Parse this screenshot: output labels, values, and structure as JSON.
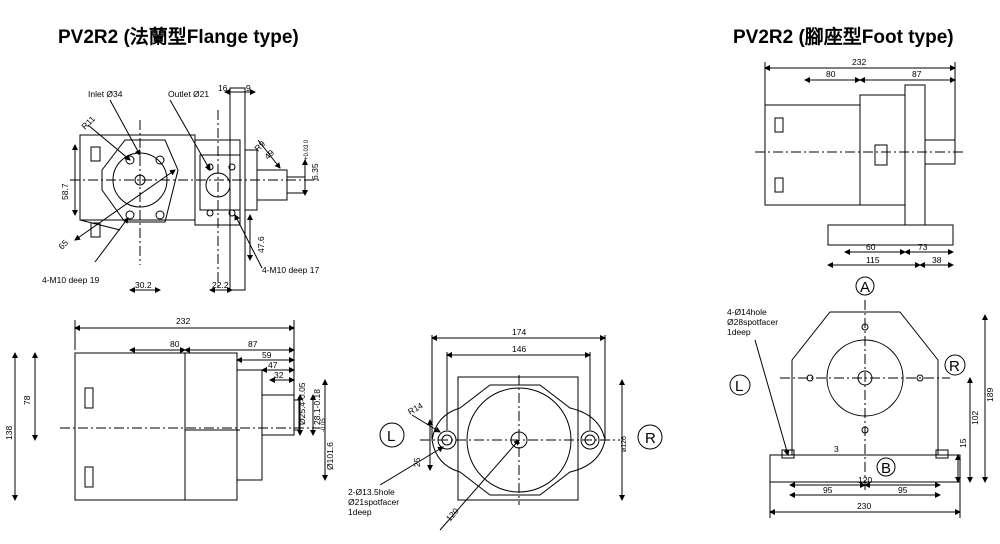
{
  "titles": {
    "flange": "PV2R2 (法蘭型Flange type)",
    "foot": "PV2R2  (腳座型Foot type)"
  },
  "flange_top": {
    "inlet": "Inlet  Ø34",
    "outlet": "Outlet Ø21",
    "d16": "16",
    "d9": "9",
    "r11": "R11",
    "r9": "R9",
    "d49": "49",
    "d58_7": "58.7",
    "d65": "65",
    "d6_35": "6.35",
    "tol_635": "+0.03 0",
    "d47_6": "47.6",
    "m10_19": "4-M10 deep 19",
    "m10_17": "4-M10 deep 17",
    "d30_2": "30.2",
    "d22_2": "22.2"
  },
  "flange_side": {
    "d232": "232",
    "d80": "80",
    "d87": "87",
    "d59": "59",
    "d47": "47",
    "d32": "32",
    "d78": "78",
    "d138": "138",
    "d25_4": "Ø25.4-0.05",
    "d28_1": "28.1-0.18",
    "d101_6": "Ø101.6",
    "tol_1016": "-0.05"
  },
  "flange_front": {
    "d174": "174",
    "d146": "146",
    "r14": "R14",
    "d25": "25",
    "d126": "ø126",
    "d120": "120",
    "L": "L",
    "R": "R",
    "hole1": "2-Ø13.5hole",
    "hole2": "Ø21spotfacer",
    "hole3": "1deep"
  },
  "foot_top": {
    "d232": "232",
    "d80": "80",
    "d87": "87",
    "d60": "60",
    "d73": "73",
    "d115": "115",
    "d38": "38"
  },
  "foot_front": {
    "A": "A",
    "B": "B",
    "L": "L",
    "R": "R",
    "hole1": "4-Ø14hole",
    "hole2": "Ø28spotfacer",
    "hole3": "1deep",
    "d189": "189",
    "d102": "102",
    "d15": "15",
    "d3": "3",
    "d120": "120",
    "d95a": "95",
    "d95b": "95",
    "d230": "230"
  }
}
